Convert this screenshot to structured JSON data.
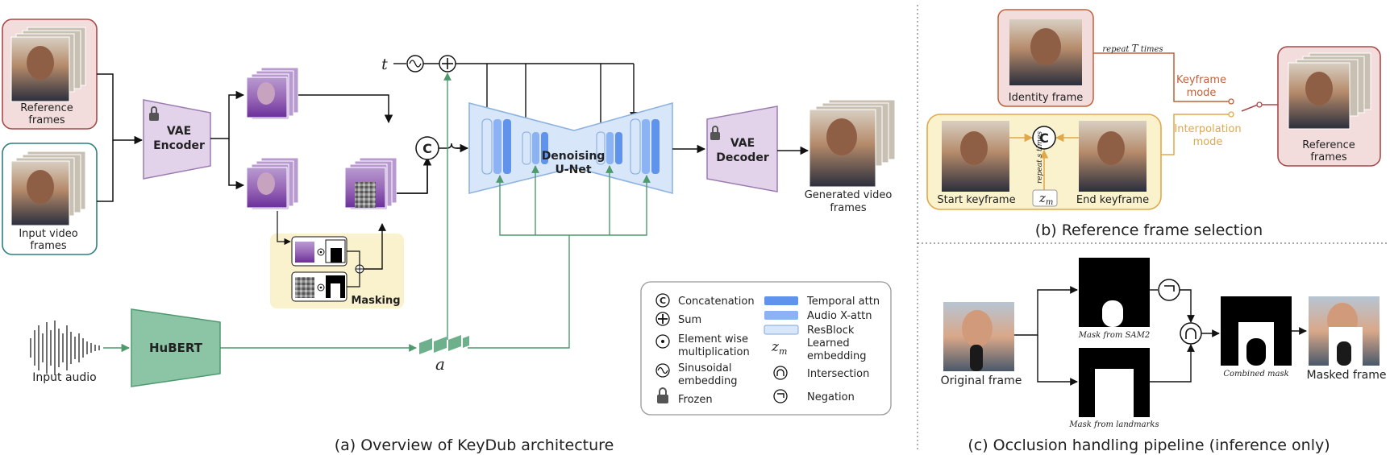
{
  "panel_a": {
    "caption": "(a) Overview of KeyDub architecture",
    "reference_frames": "Reference frames",
    "reference_frames_l1": "Reference",
    "reference_frames_l2": "frames",
    "input_video_l1": "Input video",
    "input_video_l2": "frames",
    "vae_encoder_l1": "VAE",
    "vae_encoder_l2": "Encoder",
    "vae_decoder_l1": "VAE",
    "vae_decoder_l2": "Decoder",
    "t_symbol": "t",
    "concat_symbol": "C",
    "masking": "Masking",
    "unet_l1": "Denoising",
    "unet_l2": "U-Net",
    "generated_l1": "Generated video",
    "generated_l2": "frames",
    "hubert": "HuBERT",
    "input_audio": "Input audio",
    "a_symbol": "a"
  },
  "legend": {
    "concatenation": "Concatenation",
    "sum": "Sum",
    "elementwise_l1": "Element wise",
    "elementwise_l2": "multiplication",
    "sinusoidal_l1": "Sinusoidal",
    "sinusoidal_l2": "embedding",
    "frozen": "Frozen",
    "temporal_attn": "Temporal attn",
    "audio_xattn": "Audio X-attn",
    "resblock": "ResBlock",
    "zm_symbol": "z",
    "zm_sub": "m",
    "learned_l1": "Learned",
    "learned_l2": "embedding",
    "intersection": "Intersection",
    "negation": "Negation"
  },
  "panel_b": {
    "caption": "(b) Reference frame selection",
    "identity_frame": "Identity frame",
    "repeat_t_pre": "repeat ",
    "repeat_t_var": "T",
    "repeat_t_post": " times",
    "keyframe_mode_l1": "Keyframe",
    "keyframe_mode_l2": "mode",
    "interpolation_mode_l1": "Interpolation",
    "interpolation_mode_l2": "mode",
    "start_keyframe": "Start keyframe",
    "end_keyframe": "End keyframe",
    "repeat_s": "repeat s times",
    "zm": "z",
    "zm_sub": "m",
    "reference_l1": "Reference",
    "reference_l2": "frames"
  },
  "panel_c": {
    "caption": "(c) Occlusion handling pipeline (inference only)",
    "original_frame": "Original frame",
    "mask_sam2": "Mask from SAM2",
    "mask_landmarks": "Mask from landmarks",
    "combined_mask": "Combined mask",
    "masked_frame": "Masked frame"
  },
  "colors": {
    "ref_box": "#a84a4a",
    "ref_fill": "#f3dcdc",
    "input_box": "#2f7f7f",
    "vae_fill": "#e3d3ea",
    "vae_stroke": "#9b7bb0",
    "unet_fill": "#d7e6f8",
    "unet_stroke": "#8fb3df",
    "hubert_fill": "#8cc4a6",
    "green_line": "#4e9a6e",
    "masking_fill": "#faf2cc",
    "keyframe_orange": "#c0603a",
    "interp_gold": "#e0a84a"
  }
}
